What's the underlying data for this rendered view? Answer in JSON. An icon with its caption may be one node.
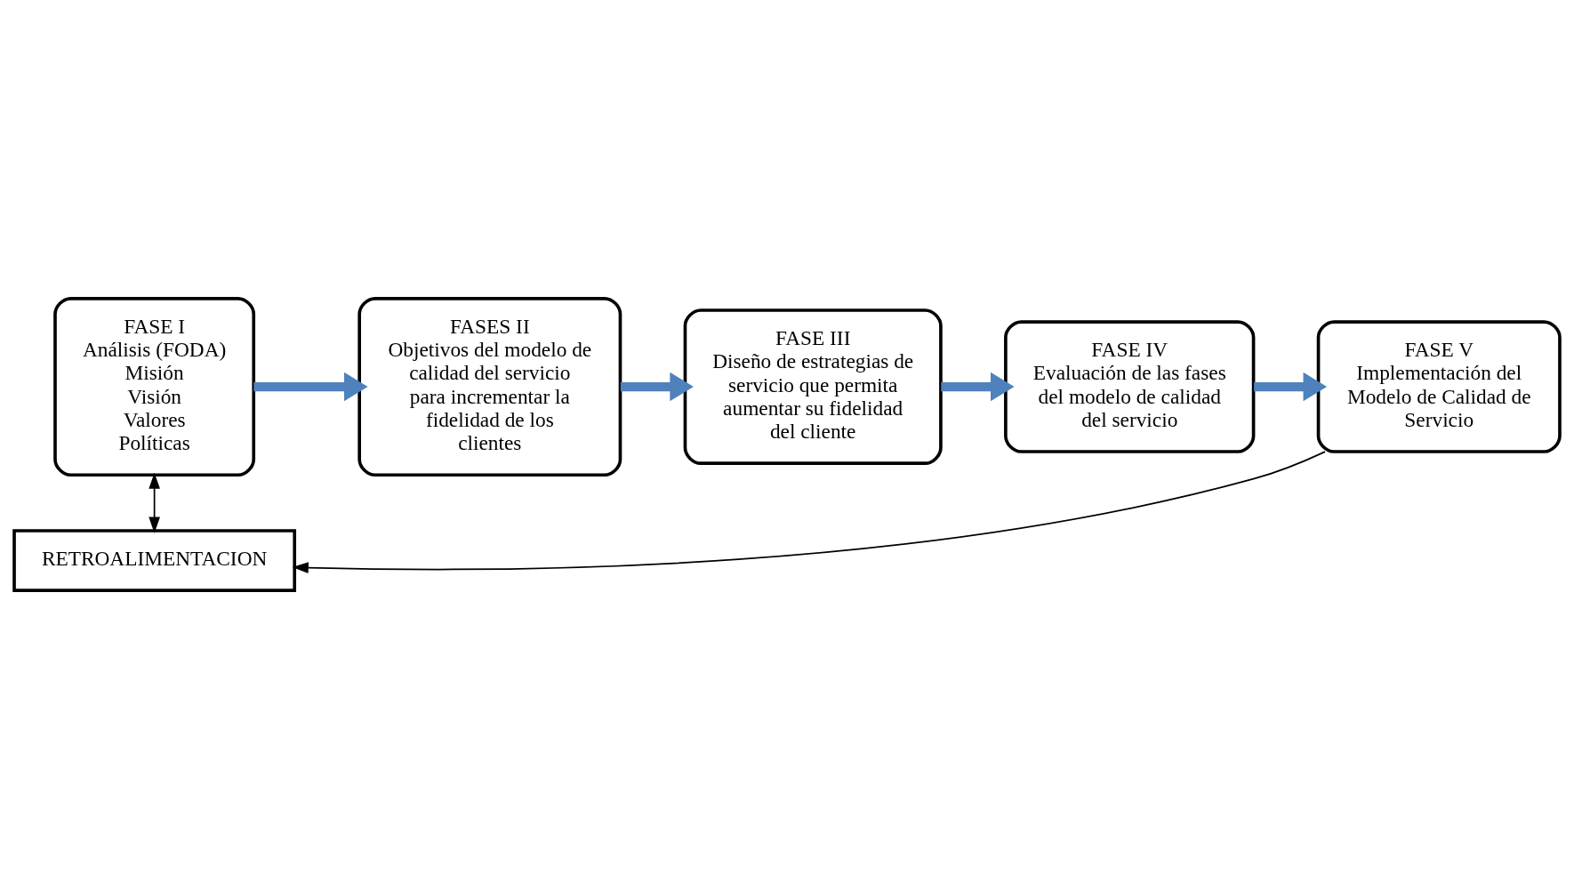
{
  "diagram": {
    "nodes": [
      {
        "text": [
          "FASE I",
          "Análisis (FODA)",
          "Misión",
          "Visión",
          "Valores",
          "Políticas"
        ]
      },
      {
        "text": [
          "FASES II",
          "Objetivos del modelo de calidad del servicio para incrementar la fidelidad de los clientes"
        ]
      },
      {
        "text": [
          "FASE III",
          "Diseño de estrategias de servicio que permita aumentar su fidelidad del cliente"
        ]
      },
      {
        "text": [
          "FASE IV",
          "Evaluación de las fases del modelo de calidad del servicio"
        ]
      },
      {
        "text": [
          "FASE V",
          "Implementación del Modelo de Calidad de Servicio"
        ]
      },
      {
        "text": [
          "RETROALIMENTACION"
        ]
      }
    ],
    "edges": [
      {
        "from": 0,
        "to": 1,
        "arrow": "to"
      },
      {
        "from": 1,
        "to": 2,
        "arrow": "to"
      },
      {
        "from": 2,
        "to": 3,
        "arrow": "to"
      },
      {
        "from": 3,
        "to": 4,
        "arrow": "to"
      },
      {
        "from": 4,
        "to": 5,
        "arrow": "to",
        "color": "#000000"
      },
      {
        "from": 5,
        "to": 0,
        "arrow": "both",
        "color": "#000000"
      }
    ]
  }
}
